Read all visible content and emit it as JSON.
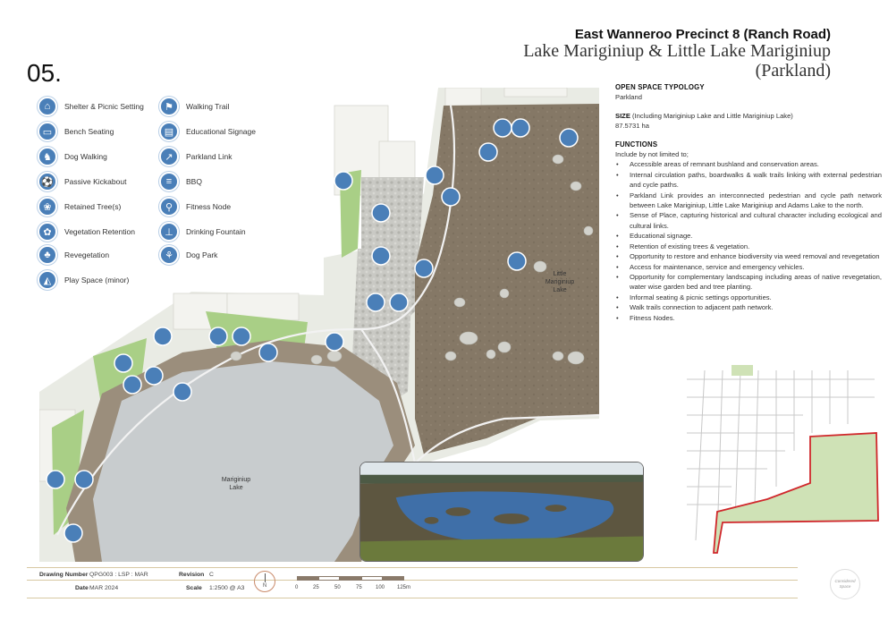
{
  "page_number": "05.",
  "title": "East Wanneroo Precinct 8 (Ranch Road)",
  "subtitle": "Lake Mariginiup & Little Lake Mariginiup (Parkland)",
  "legend": [
    {
      "label": "Shelter & Picnic Setting",
      "icon": "shelter-icon",
      "glyph": "⌂"
    },
    {
      "label": "Bench Seating",
      "icon": "bench-icon",
      "glyph": "▭"
    },
    {
      "label": "Dog Walking",
      "icon": "dog-walking-icon",
      "glyph": "♞"
    },
    {
      "label": "Passive Kickabout",
      "icon": "kickabout-icon",
      "glyph": "⚽"
    },
    {
      "label": "Retained Tree(s)",
      "icon": "tree-icon",
      "glyph": "❀"
    },
    {
      "label": "Vegetation Retention",
      "icon": "vegetation-icon",
      "glyph": "✿"
    },
    {
      "label": "Revegetation",
      "icon": "revegetation-icon",
      "glyph": "♣"
    },
    {
      "label": "Play Space (minor)",
      "icon": "play-icon",
      "glyph": "◭"
    },
    {
      "label": "Walking Trail",
      "icon": "walking-trail-icon",
      "glyph": "⚑"
    },
    {
      "label": "Educational Signage",
      "icon": "signage-icon",
      "glyph": "▤"
    },
    {
      "label": "Parkland Link",
      "icon": "parkland-link-icon",
      "glyph": "↗"
    },
    {
      "label": "BBQ",
      "icon": "bbq-icon",
      "glyph": "≡"
    },
    {
      "label": "Fitness Node",
      "icon": "fitness-icon",
      "glyph": "⚲"
    },
    {
      "label": "Drinking Fountain",
      "icon": "fountain-icon",
      "glyph": "⊥"
    },
    {
      "label": "Dog Park",
      "icon": "dog-park-icon",
      "glyph": "⚘"
    }
  ],
  "map_labels": {
    "little_lake": "Little\nMariginiup\nLake",
    "big_lake": "Mariginiup\nLake"
  },
  "info": {
    "typology_heading": "OPEN SPACE TYPOLOGY",
    "typology_value": "Parkland",
    "size_heading": "SIZE",
    "size_note": "(Including Mariginiup Lake and Little Mariginiup Lake)",
    "size_value": "87.5731 ha",
    "functions_heading": "FUNCTIONS",
    "functions_intro": "Include by not limited to;",
    "functions": [
      "Accessible areas of remnant bushland and conservation areas.",
      "Internal circulation paths, boardwalks & walk trails linking with external pedestrian and cycle paths.",
      "Parkland Link provides an interconnected pedestrian and cycle path network between Lake Mariginiup, Little Lake Mariginiup and Adams Lake to the north.",
      "Sense of Place, capturing historical and cultural character including ecological and cultural links.",
      "Educational signage.",
      "Retention of existing trees & vegetation.",
      "Opportunity to restore and enhance biodiversity via weed removal and revegetation",
      "Access for maintenance, service and emergency vehicles.",
      "Opportunity for complementary landscaping including areas of native revegetation, water wise garden bed and tree planting.",
      "Informal seating & picnic settings opportunities.",
      "Walk trails connection to adjacent path network.",
      "Fitness Nodes."
    ]
  },
  "footer": {
    "drawing_number_label": "Drawing Number",
    "drawing_number": "QPG003 : LSP : MAR",
    "revision_label": "Revision",
    "revision": "C",
    "date_label": "Date",
    "date": "MAR 2024",
    "scale_label": "Scale",
    "scale": "1:2500 @ A3",
    "north": "N",
    "scale_ticks": [
      "0",
      "25",
      "50",
      "75",
      "100",
      "125m"
    ],
    "logo_text": "Considered Space"
  },
  "colors": {
    "icon_blue": "#4a7fb8",
    "lake_brown": "#8a7d6d",
    "grass_green": "#9bc87a",
    "boundary_red": "#d0282c",
    "site_fill": "#cfe2b6"
  }
}
